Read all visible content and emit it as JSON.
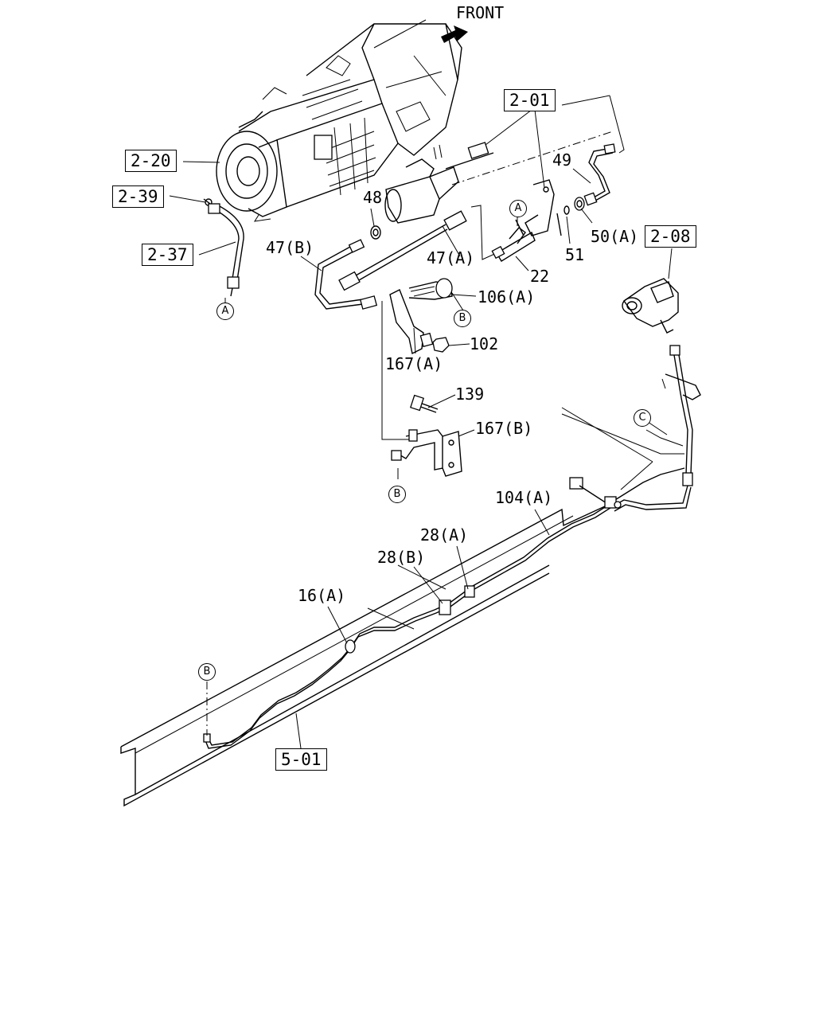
{
  "direction_label": "FRONT",
  "ref_boxes": {
    "r2_20": "2-20",
    "r2_39": "2-39",
    "r2_37": "2-37",
    "r2_01": "2-01",
    "r2_08": "2-08",
    "r5_01": "5-01"
  },
  "parts": {
    "p48": "48",
    "p47b": "47(B)",
    "p47a": "47(A)",
    "p22": "22",
    "p49": "49",
    "p50a": "50(A)",
    "p51": "51",
    "p106a": "106(A)",
    "p102": "102",
    "p167a": "167(A)",
    "p139": "139",
    "p167b": "167(B)",
    "p104a": "104(A)",
    "p28a": "28(A)",
    "p28b": "28(B)",
    "p16a": "16(A)"
  },
  "connectors": {
    "a": "A",
    "b": "B",
    "c": "C"
  }
}
